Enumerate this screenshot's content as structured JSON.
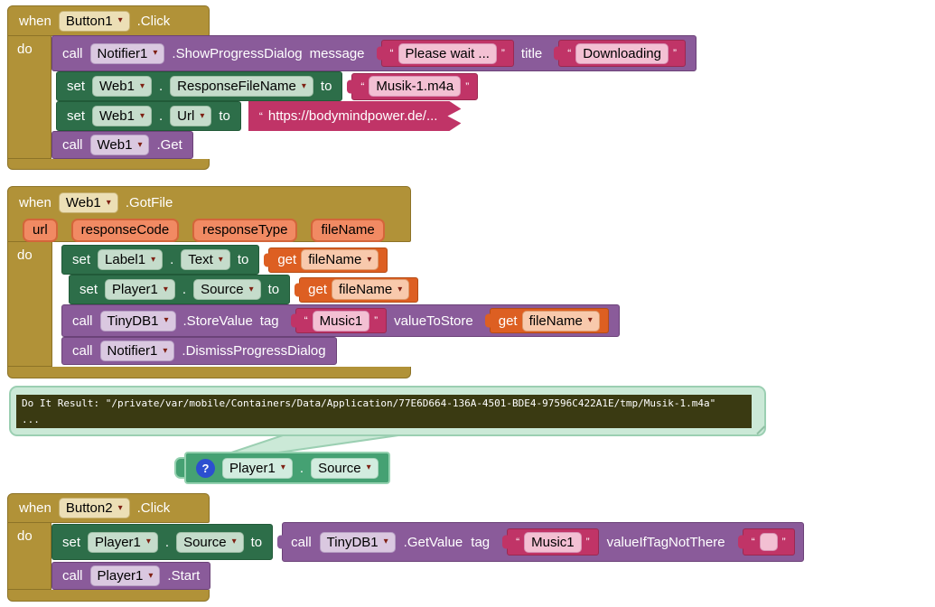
{
  "ui": {
    "dropdown": "▾",
    "quote_open": "“",
    "quote_close": "”",
    "dot": ".",
    "help": "?"
  },
  "g1": {
    "when": "when",
    "component": "Button1",
    "event": ".Click",
    "do": "do",
    "r1": {
      "call": "call",
      "component": "Notifier1",
      "method": ".ShowProgressDialog",
      "param1": "message",
      "value1": "Please wait ...",
      "param2": "title",
      "value2": "Downloading"
    },
    "r2": {
      "set": "set",
      "component": "Web1",
      "property": "ResponseFileName",
      "to": "to",
      "value": "Musik-1.m4a"
    },
    "r3": {
      "set": "set",
      "component": "Web1",
      "property": "Url",
      "to": "to",
      "value": "https://bodymindpower.de/..."
    },
    "r4": {
      "call": "call",
      "component": "Web1",
      "method": ".Get"
    }
  },
  "g2": {
    "when": "when",
    "component": "Web1",
    "event": ".GotFile",
    "do": "do",
    "params": [
      "url",
      "responseCode",
      "responseType",
      "fileName"
    ],
    "r1": {
      "set": "set",
      "component": "Label1",
      "property": "Text",
      "to": "to",
      "get": "get",
      "var": "fileName"
    },
    "r2": {
      "set": "set",
      "component": "Player1",
      "property": "Source",
      "to": "to",
      "get": "get",
      "var": "fileName"
    },
    "r3": {
      "call": "call",
      "component": "TinyDB1",
      "method": ".StoreValue",
      "param1": "tag",
      "value1": "Music1",
      "param2": "valueToStore",
      "get": "get",
      "var": "fileName"
    },
    "r4": {
      "call": "call",
      "component": "Notifier1",
      "method": ".DismissProgressDialog"
    }
  },
  "doit": {
    "line1": "Do It Result: \"/private/var/mobile/Containers/Data/Application/77E6D664-136A-4501-BDE4-97596C422A1E/tmp/Musik-1.m4a\"",
    "line2": "..."
  },
  "getter": {
    "component": "Player1",
    "property": "Source"
  },
  "g3": {
    "when": "when",
    "component": "Button2",
    "event": ".Click",
    "do": "do",
    "r1": {
      "set": "set",
      "component": "Player1",
      "property": "Source",
      "to": "to",
      "call": "call",
      "callComponent": "TinyDB1",
      "method": ".GetValue",
      "param1": "tag",
      "value1": "Music1",
      "param2": "valueIfTagNotThere",
      "value2": ""
    },
    "r2": {
      "call": "call",
      "component": "Player1",
      "method": ".Start"
    }
  },
  "colors": {
    "event_gold": "#b19238",
    "call_purple": "#8a5b9a",
    "set_green": "#2d6e49",
    "text_magenta": "#c03467",
    "get_orange": "#dd5f22",
    "param_salmon": "#f18a63",
    "getter_green": "#45a173",
    "bubble_mint": "#cbe9d7",
    "console_olive": "#3a3a12",
    "help_blue": "#2c4fd0"
  }
}
